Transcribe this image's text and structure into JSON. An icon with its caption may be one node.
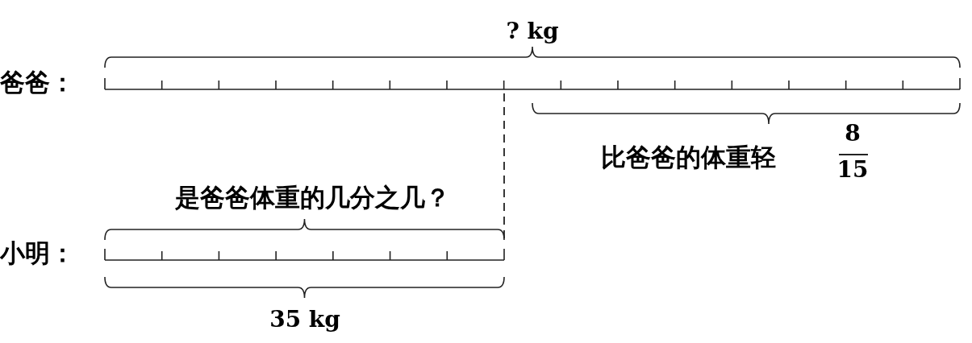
{
  "diagram": {
    "nodes": [
      {
        "text": [
          "爸爸："
        ]
      },
      {
        "text": [
          "小明："
        ]
      }
    ],
    "edges": [
      {
        "from": 0,
        "to": 1,
        "arrow": "none",
        "style": "dashed"
      }
    ],
    "labels": [
      "? kg",
      "比爸爸的体重轻",
      "8",
      "15",
      "是爸爸体重的几分之几？",
      "35 kg"
    ]
  }
}
